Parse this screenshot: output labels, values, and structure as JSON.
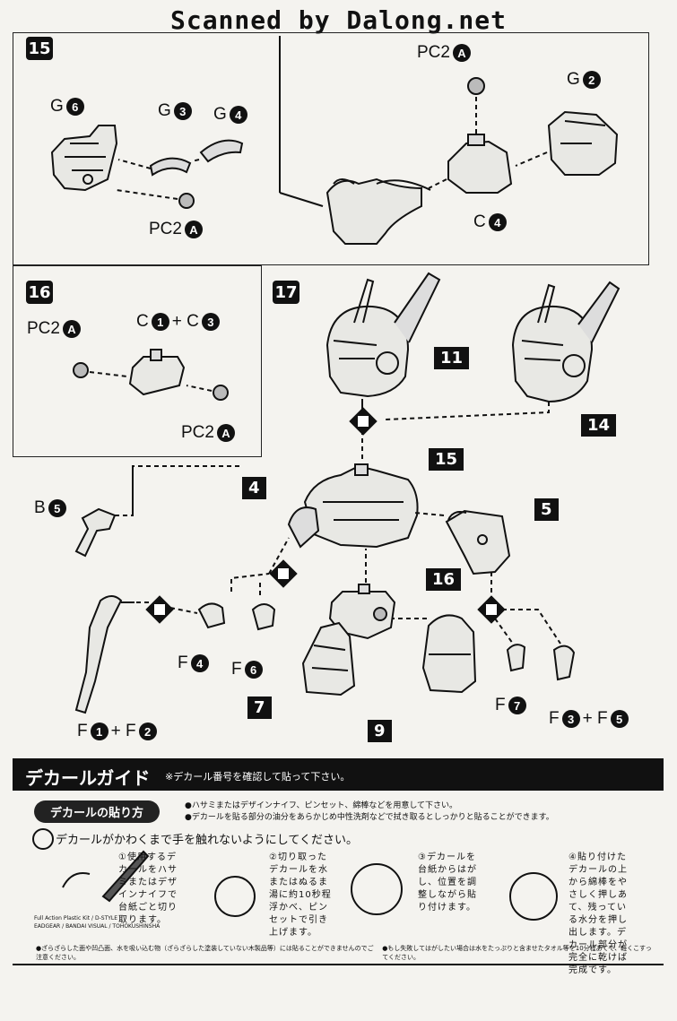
{
  "banner": "Scanned by Dalong.net",
  "steps": {
    "s15": "15",
    "s16": "16",
    "s17": "17"
  },
  "labels": {
    "g6": "G",
    "g6n": "6",
    "g3": "G",
    "g3n": "3",
    "g4": "G",
    "g4n": "4",
    "pc2a_15": "PC2",
    "pc2a_15n": "A",
    "pc2a_15r": "PC2",
    "pc2a_15rn": "A",
    "g2": "G",
    "g2n": "2",
    "c4": "C",
    "c4n": "4",
    "pc2a_16l": "PC2",
    "pc2a_16ln": "A",
    "c1c3_a": "C",
    "c1n": "1",
    "plus1": "+ C",
    "c3n": "3",
    "pc2a_16r": "PC2",
    "pc2a_16rn": "A",
    "b5": "B",
    "b5n": "5",
    "f4": "F",
    "f4n": "4",
    "f6": "F",
    "f6n": "6",
    "f1f2_a": "F",
    "f1n": "1",
    "plus2": "+ F",
    "f2n": "2",
    "f7": "F",
    "f7n": "7",
    "f3f5_a": "F",
    "f3n": "3",
    "plus3": "+ F",
    "f5n": "5"
  },
  "badges": {
    "b11": "11",
    "b14": "14",
    "b15": "15",
    "b4": "4",
    "b5": "5",
    "b16": "16",
    "b7": "7",
    "b9": "9"
  },
  "decal": {
    "title": "デカールガイド",
    "note": "※デカール番号を確認して貼って下さい。",
    "howto": "デカールの貼り方",
    "tools1": "●ハサミまたはデザインナイフ、ピンセット、綿棒などを用意して下さい。",
    "tools2": "●デカールを貼る部分の油分をあらかじめ中性洗剤などで拭き取るとしっかりと貼ることができます。",
    "warn": "デカールがかわくまで手を触れないようにしてください。",
    "step1": "①使用するデカールをハサミまたはデザインナイフで台紙ごと切り取ります。",
    "step2": "②切り取ったデカールを水またはぬるま湯に約10秒程浮かべ、ピンセットで引き上げます。",
    "step3": "③デカールを台紙からはがし、位置を調整しながら貼り付けます。",
    "step4": "④貼り付けたデカールの上から綿棒をやさしく押しあて、残っている水分を押し出します。デカール部分が完全に乾けば完成です。",
    "footer1": "●ざらざらした面や凹凸面、水を吸い込む物（ざらざらした塗装していない木製品等）には貼ることができませんのでご注意ください。",
    "footer2": "●もし失敗してはがしたい場合は水をたっぷりと含ませたタオル等を10分程あてて、軽くこすってください。",
    "sidecopy": "Full Action Plastic Kit / D-STYLE",
    "sidecopy2": "EADGEAR / BANDAI VISUAL / TOHOKUSHINSHA"
  }
}
